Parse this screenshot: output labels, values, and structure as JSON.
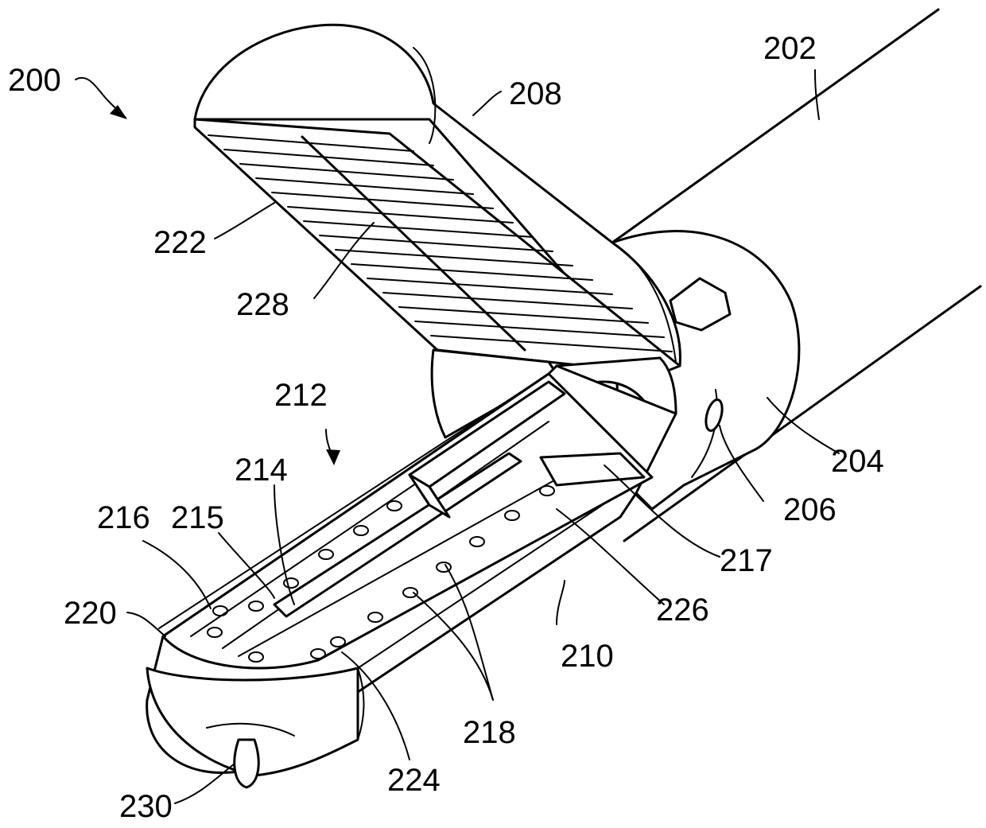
{
  "figure": {
    "labels": {
      "l200": "200",
      "l202": "202",
      "l204": "204",
      "l206": "206",
      "l208": "208",
      "l210": "210",
      "l212": "212",
      "l214": "214",
      "l215": "215",
      "l216": "216",
      "l217": "217",
      "l218": "218",
      "l220": "220",
      "l222": "222",
      "l224": "224",
      "l226": "226",
      "l228": "228",
      "l230": "230"
    }
  }
}
